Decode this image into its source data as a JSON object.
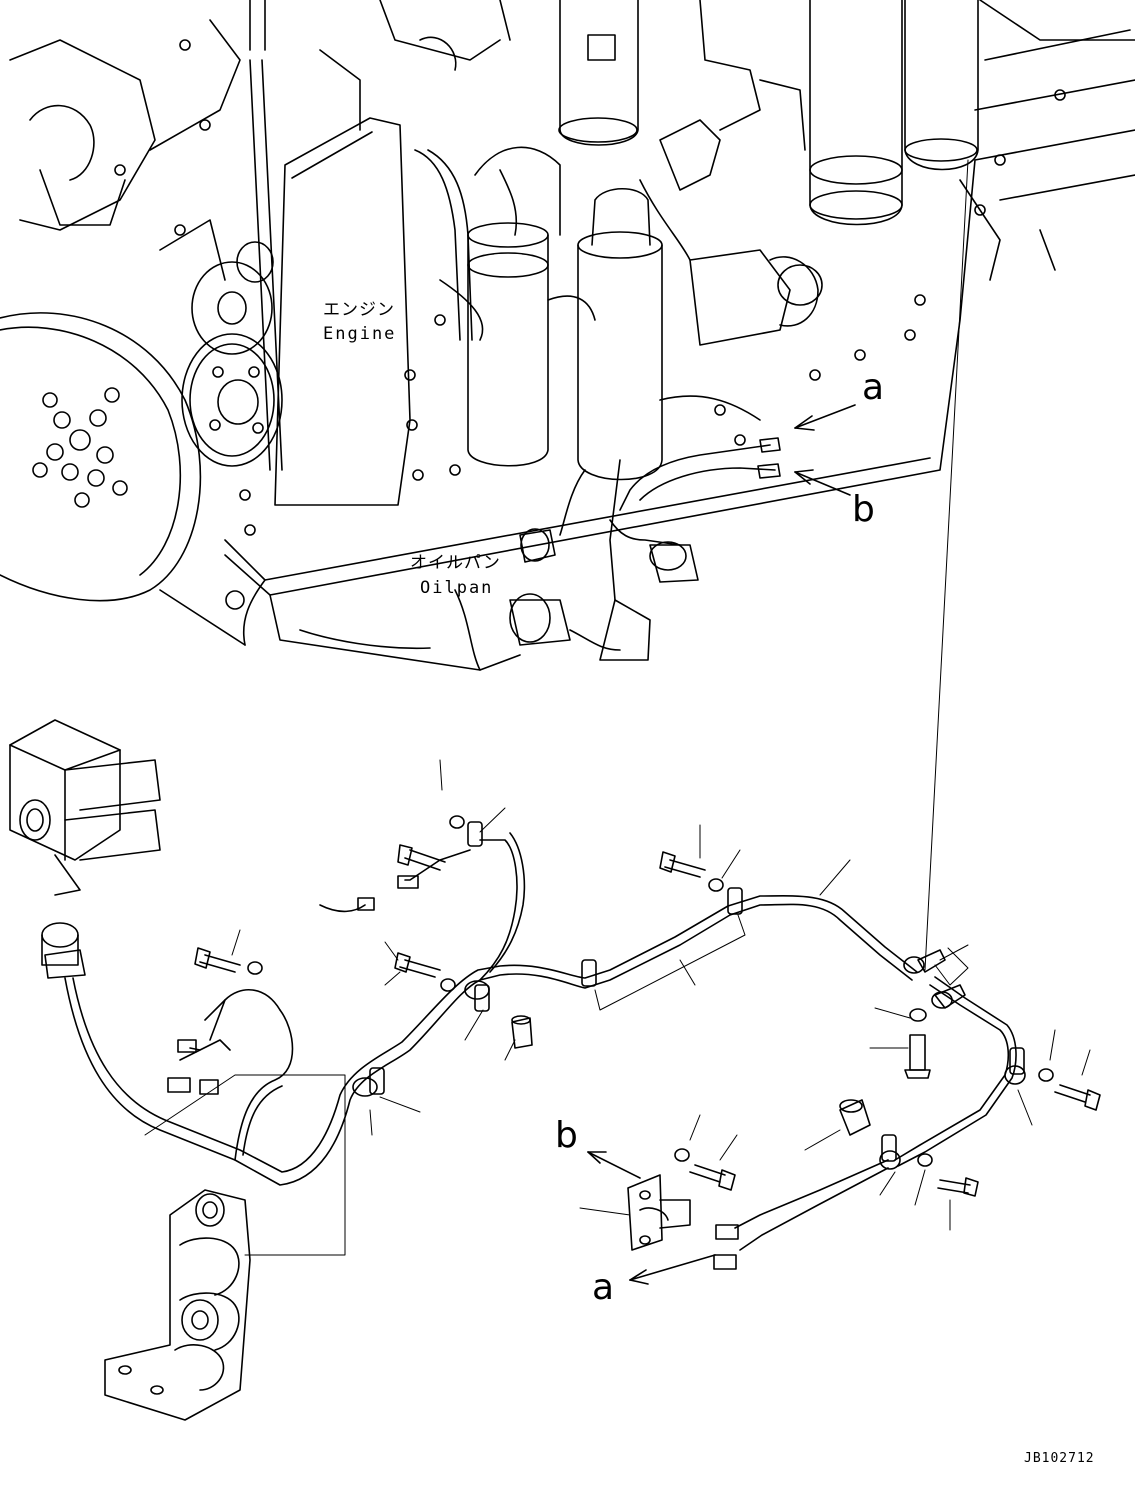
{
  "labels": {
    "engine_jp": "エンジン",
    "engine_en": "Engine",
    "oilpan_jp": "オイルパン",
    "oilpan_en": "Oilpan",
    "callout_a_top": "a",
    "callout_b_top": "b",
    "callout_b_bottom": "b",
    "callout_a_bottom": "a",
    "document_id": "JB102712"
  },
  "colors": {
    "line": "#000000",
    "background": "#ffffff"
  }
}
